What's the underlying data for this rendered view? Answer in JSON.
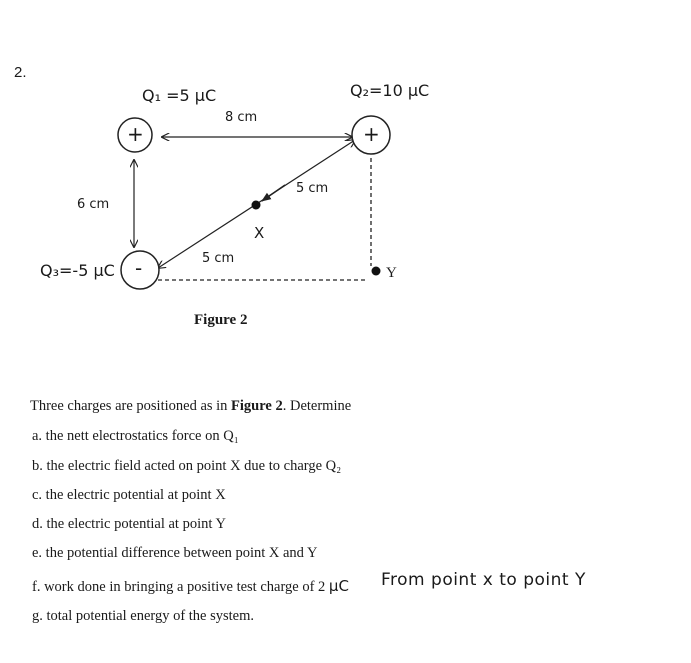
{
  "question_number": "2.",
  "figure": {
    "q1_label": "Q₁ =5 μC",
    "q2_label": "Q₂=10 μC",
    "q3_label": "Q₃=-5 μC",
    "q1_sign": "+",
    "q2_sign": "+",
    "q3_sign": "-",
    "dist_top": "8 cm",
    "dist_left": "6 cm",
    "dist_q2x": "5 cm",
    "dist_q3x": "5 cm",
    "point_x": "X",
    "point_y": "Y",
    "caption": "Figure 2"
  },
  "problem": {
    "intro_prefix": "Three charges are positioned as in ",
    "intro_bold": "Figure 2",
    "intro_suffix": ". Determine",
    "a": "a. the nett electrostatics force on Q₁",
    "b": "b. the electric field acted on point X due to charge Q₂",
    "c": "c. the electric potential at point X",
    "d": "d. the electric potential at point Y",
    "e": "e. the potential difference between point X and Y",
    "f_printed": "f. work done in bringing a positive test charge of 2 ",
    "f_unit": "μC",
    "f_handwritten": "From point x to point Y",
    "g": "g. total potential energy of the system."
  }
}
